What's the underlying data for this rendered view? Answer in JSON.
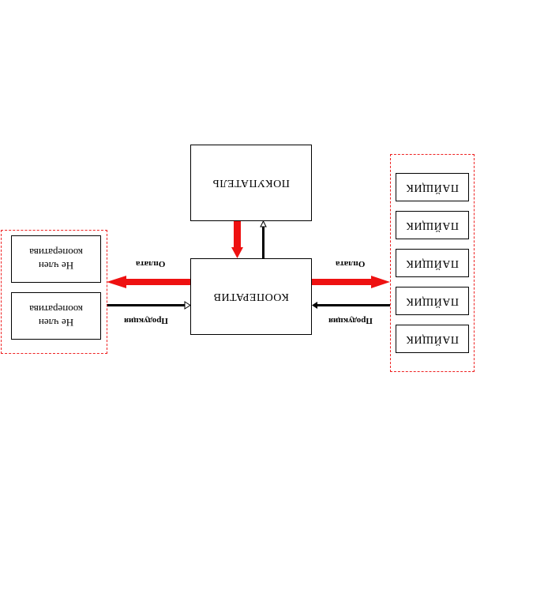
{
  "nodes": {
    "buyer": "ПОКУПАТЕЛЬ",
    "cooperative": "КООПЕРАТИВ",
    "shareholders": [
      "ПАЙЩИК",
      "ПАЙЩИК",
      "ПАЙЩИК",
      "ПАЙЩИК",
      "ПАЙЩИК"
    ],
    "non_members": [
      "Не член кооператива",
      "Не член кооператива"
    ]
  },
  "labels": {
    "payment_left": "Оплата",
    "product_left": "Продукция",
    "payment_right": "Оплата",
    "product_right": "Продукция"
  },
  "colors": {
    "money_flow": "#ee1111",
    "product_flow": "#000000",
    "group_border": "#e22222"
  }
}
